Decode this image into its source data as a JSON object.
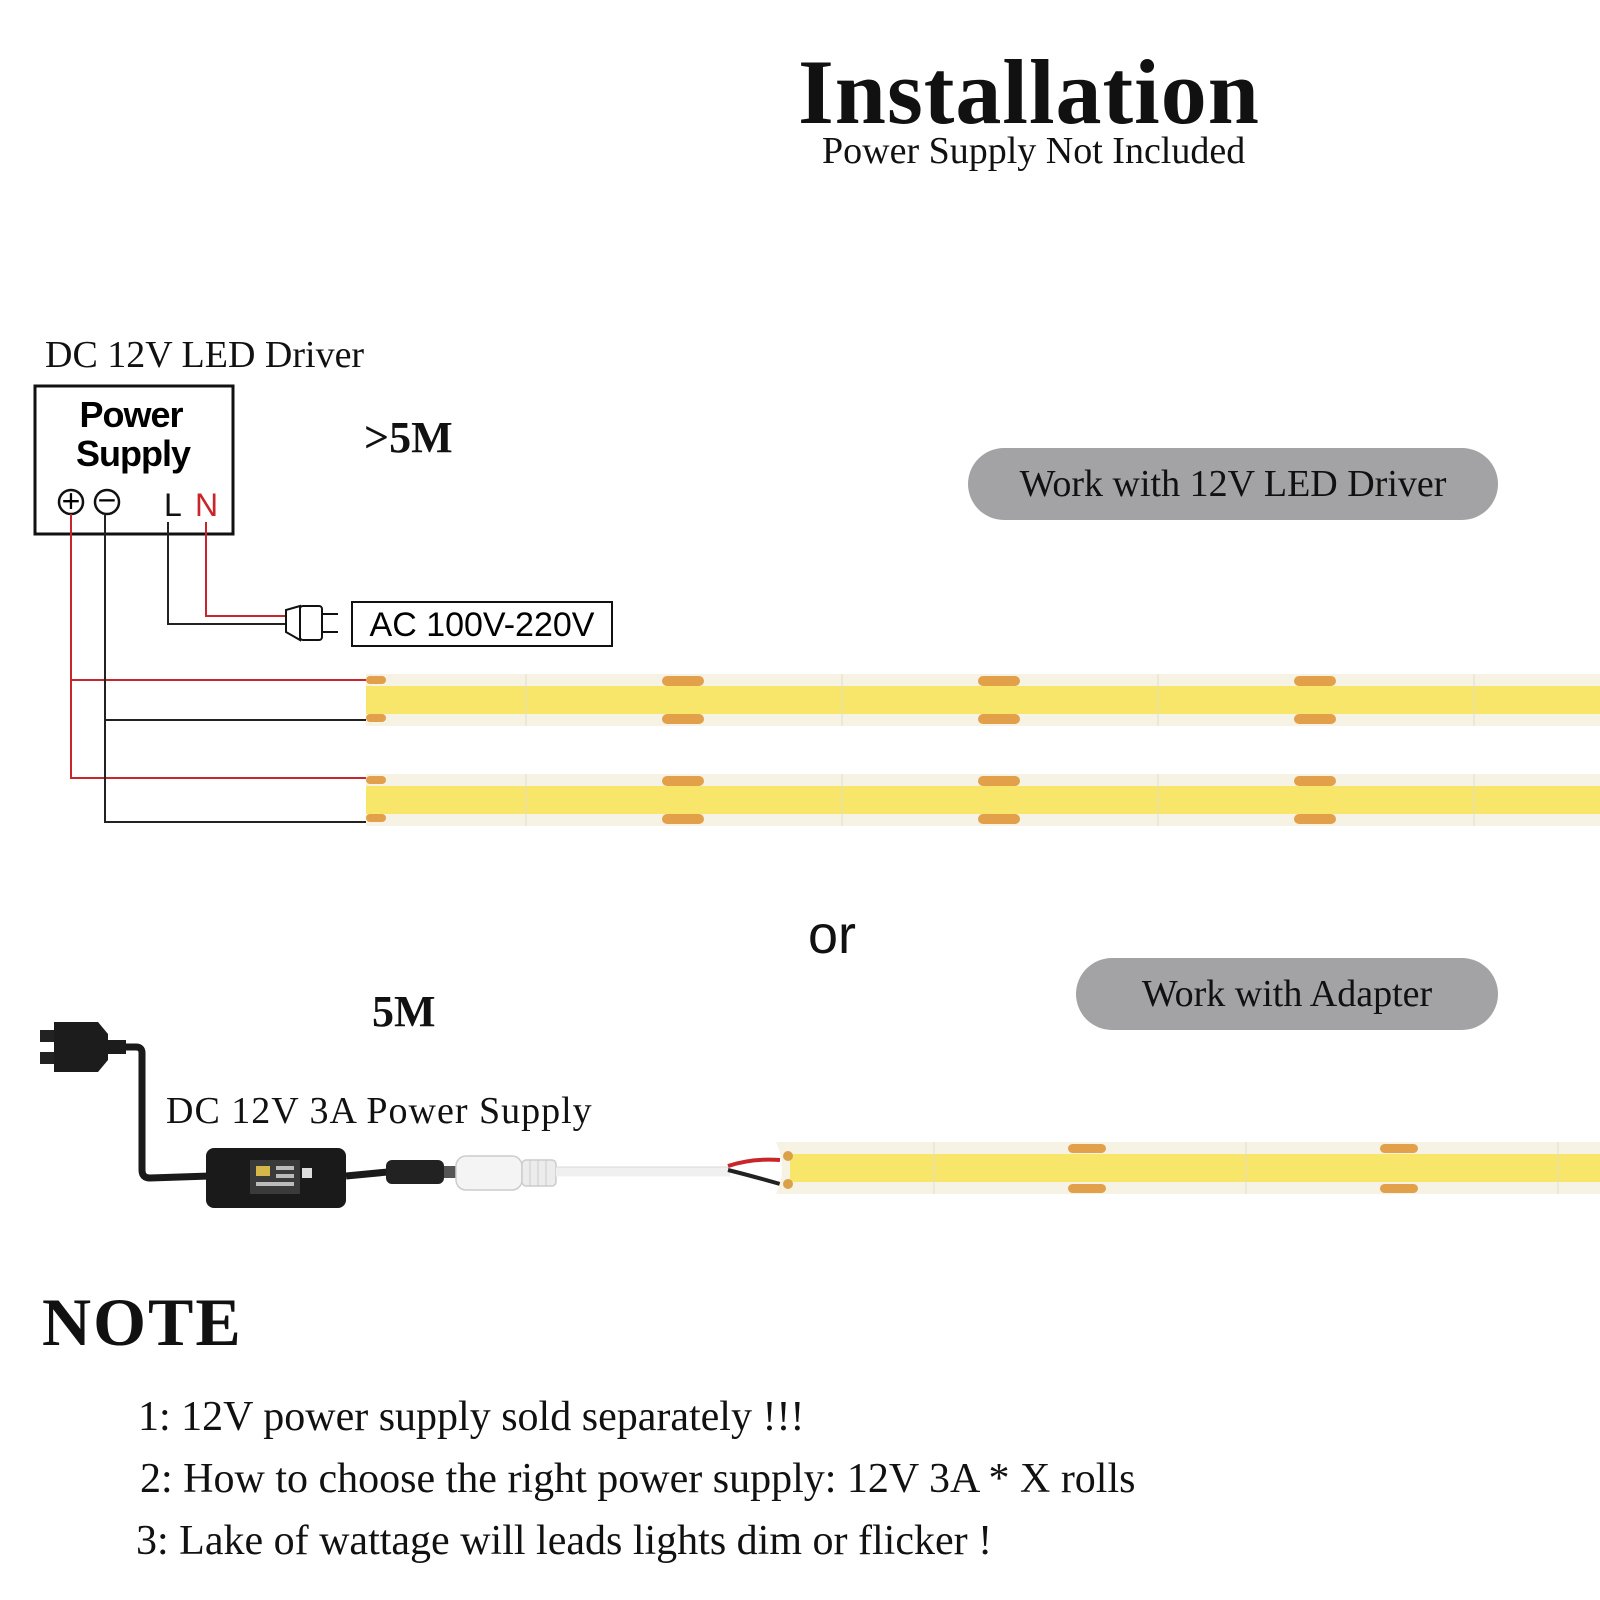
{
  "header": {
    "title": "Installation",
    "subtitle": "Power Supply Not Included"
  },
  "driver_section": {
    "label": "DC 12V LED Driver",
    "box_line1": "Power",
    "box_line2": "Supply",
    "terminal_plus": "+",
    "terminal_minus": "−",
    "terminal_l": "L",
    "terminal_n": "N",
    "length": ">5M",
    "ac_label": "AC 100V-220V",
    "pill": "Work with 12V LED Driver"
  },
  "separator": "or",
  "adapter_section": {
    "length": "5M",
    "label": "DC 12V 3A Power Supply",
    "pill": "Work with Adapter"
  },
  "note": {
    "title": "NOTE",
    "items": [
      "1: 12V power supply sold separately !!!",
      "2: How to choose the right power supply:  12V 3A * X rolls",
      "3: Lake of wattage will leads lights dim or flicker !"
    ]
  },
  "colors": {
    "strip_body": "#f6f2e4",
    "strip_led": "#f7e66a",
    "pad": "#e3a04a",
    "wire_red": "#c8262a",
    "wire_black": "#222222",
    "pill_bg": "#a3a3a5"
  }
}
